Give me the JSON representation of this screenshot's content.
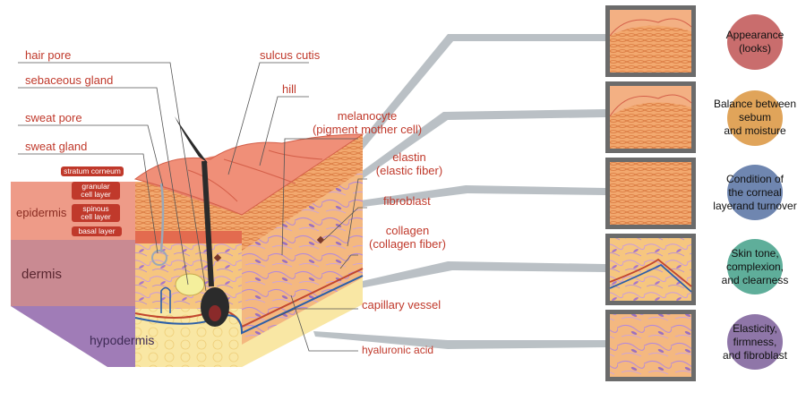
{
  "labels": {
    "hair_pore": "hair pore",
    "sebaceous_gland": "sebaceous gland",
    "sweat_pore": "sweat pore",
    "sweat_gland": "sweat gland",
    "sulcus_cutis": "sulcus cutis",
    "hill": "hill",
    "melanocyte_1": "melanocyte",
    "melanocyte_2": "(pigment mother cell)",
    "elastin_1": "elastin",
    "elastin_2": "(elastic fiber)",
    "fibroblast": "fibroblast",
    "collagen_1": "collagen",
    "collagen_2": "(collagen fiber)",
    "capillary_vessel": "capillary vessel",
    "hyaluronic_acid": "hyaluronic acid"
  },
  "epidermis_tags": {
    "stratum_corneum": "stratum corneum",
    "granular_1": "granular",
    "granular_2": "cell layer",
    "spinous_1": "spinous",
    "spinous_2": "cell layer",
    "basal": "basal layer"
  },
  "layers": {
    "epidermis": "epidermis",
    "dermis": "dermis",
    "hypodermis": "hypodermis"
  },
  "features": [
    {
      "line1": "Appearance",
      "line2": "(looks)",
      "line3": "",
      "color": "#c96d6d"
    },
    {
      "line1": "Balance between",
      "line2": "sebum",
      "line3": "and moisture",
      "color": "#e0a45a"
    },
    {
      "line1": "Condition of",
      "line2": "the corneal",
      "line3": "layerand turnover",
      "color": "#6f86b0"
    },
    {
      "line1": "Skin tone,",
      "line2": "complexion,",
      "line3": "and clearness",
      "color": "#5fae9a"
    },
    {
      "line1": "Elasticity,",
      "line2": "firmness,",
      "line3": "and fibroblast",
      "color": "#8f76a8"
    }
  ],
  "colors": {
    "label": "#c0392b",
    "epidermis_band": "#ee9b88",
    "dermis_band": "#c98a92",
    "hypodermis_band": "#a07cb7"
  }
}
